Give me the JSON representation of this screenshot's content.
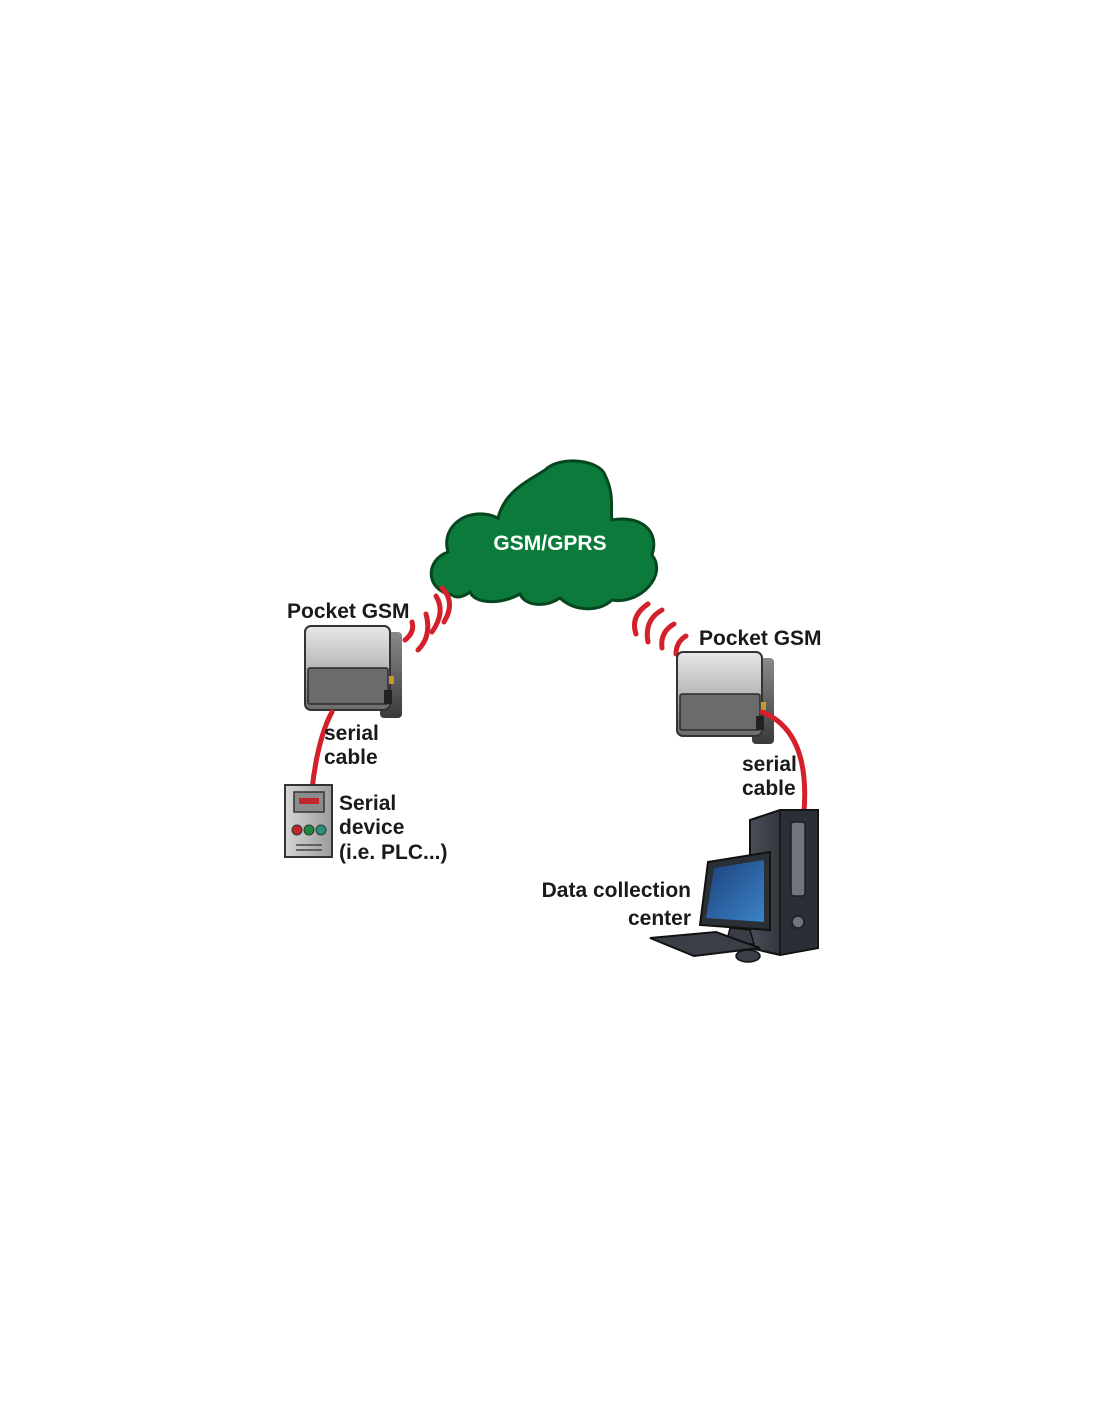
{
  "cloud": {
    "label": "GSM/GPRS",
    "color": "#0b7a3b"
  },
  "left_modem": {
    "label": "Pocket GSM"
  },
  "left_cable": {
    "line1": "serial",
    "line2": "cable"
  },
  "serial_device": {
    "line1": "Serial",
    "line2": "device",
    "line3": "(i.e. PLC...)"
  },
  "right_modem": {
    "label": "Pocket GSM"
  },
  "right_cable": {
    "line1": "serial",
    "line2": "cable"
  },
  "data_center": {
    "line1": "Data collection",
    "line2": "center"
  },
  "colors": {
    "cable": "#d3202a",
    "signal": "#d3202a",
    "modem_body": "#6e6e6e",
    "monitor_screen": "#1f4f8f"
  }
}
